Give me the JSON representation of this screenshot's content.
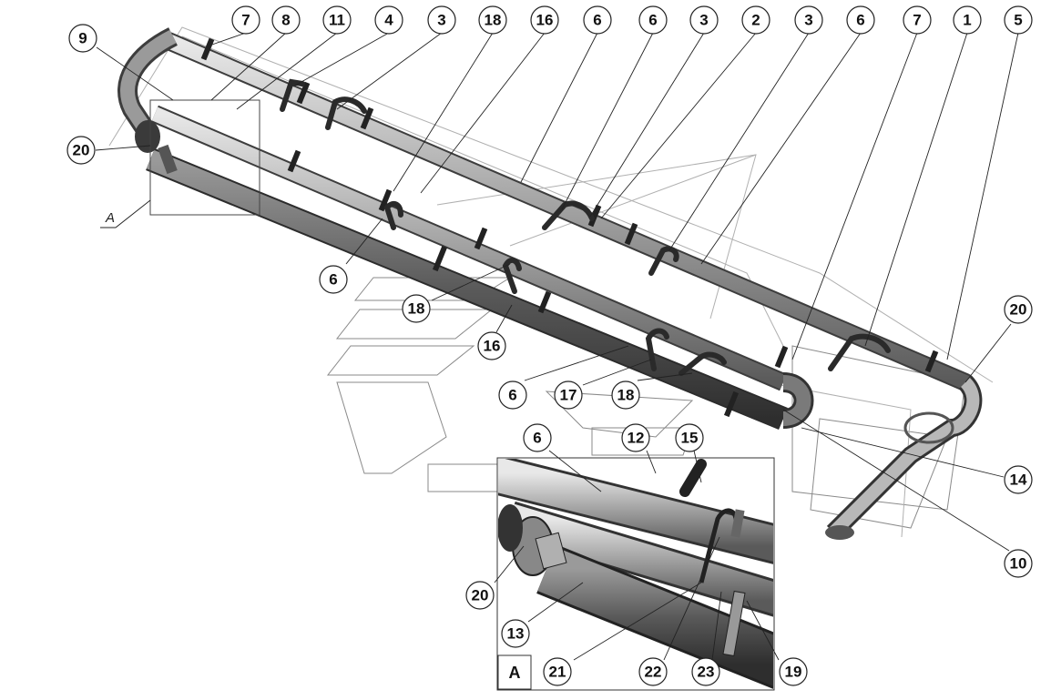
{
  "callouts": [
    {
      "id": "c-7a",
      "label": "7"
    },
    {
      "id": "c-8",
      "label": "8"
    },
    {
      "id": "c-11",
      "label": "11"
    },
    {
      "id": "c-4",
      "label": "4"
    },
    {
      "id": "c-3a",
      "label": "3"
    },
    {
      "id": "c-18a",
      "label": "18"
    },
    {
      "id": "c-16a",
      "label": "16"
    },
    {
      "id": "c-6a",
      "label": "6"
    },
    {
      "id": "c-6b",
      "label": "6"
    },
    {
      "id": "c-3b",
      "label": "3"
    },
    {
      "id": "c-2",
      "label": "2"
    },
    {
      "id": "c-3c",
      "label": "3"
    },
    {
      "id": "c-6c",
      "label": "6"
    },
    {
      "id": "c-7b",
      "label": "7"
    },
    {
      "id": "c-1",
      "label": "1"
    },
    {
      "id": "c-5",
      "label": "5"
    },
    {
      "id": "c-9",
      "label": "9"
    },
    {
      "id": "c-20a",
      "label": "20"
    },
    {
      "id": "c-6d",
      "label": "6"
    },
    {
      "id": "c-18b",
      "label": "18"
    },
    {
      "id": "c-16b",
      "label": "16"
    },
    {
      "id": "c-6e",
      "label": "6"
    },
    {
      "id": "c-17",
      "label": "17"
    },
    {
      "id": "c-18c",
      "label": "18"
    },
    {
      "id": "c-20b",
      "label": "20"
    },
    {
      "id": "c-14",
      "label": "14"
    },
    {
      "id": "c-10",
      "label": "10"
    },
    {
      "id": "c-6f",
      "label": "6"
    },
    {
      "id": "c-12",
      "label": "12"
    },
    {
      "id": "c-15",
      "label": "15"
    },
    {
      "id": "c-20c",
      "label": "20"
    },
    {
      "id": "c-13",
      "label": "13"
    },
    {
      "id": "c-21",
      "label": "21"
    },
    {
      "id": "c-22",
      "label": "22"
    },
    {
      "id": "c-23",
      "label": "23"
    },
    {
      "id": "c-19",
      "label": "19"
    }
  ],
  "view_marker_label": "A",
  "detail_label": "A",
  "colors": {
    "pipe_dark": "#4a4a4a",
    "pipe_mid": "#8c8c8c",
    "pipe_light": "#d6d6d6",
    "line": "#222222"
  }
}
